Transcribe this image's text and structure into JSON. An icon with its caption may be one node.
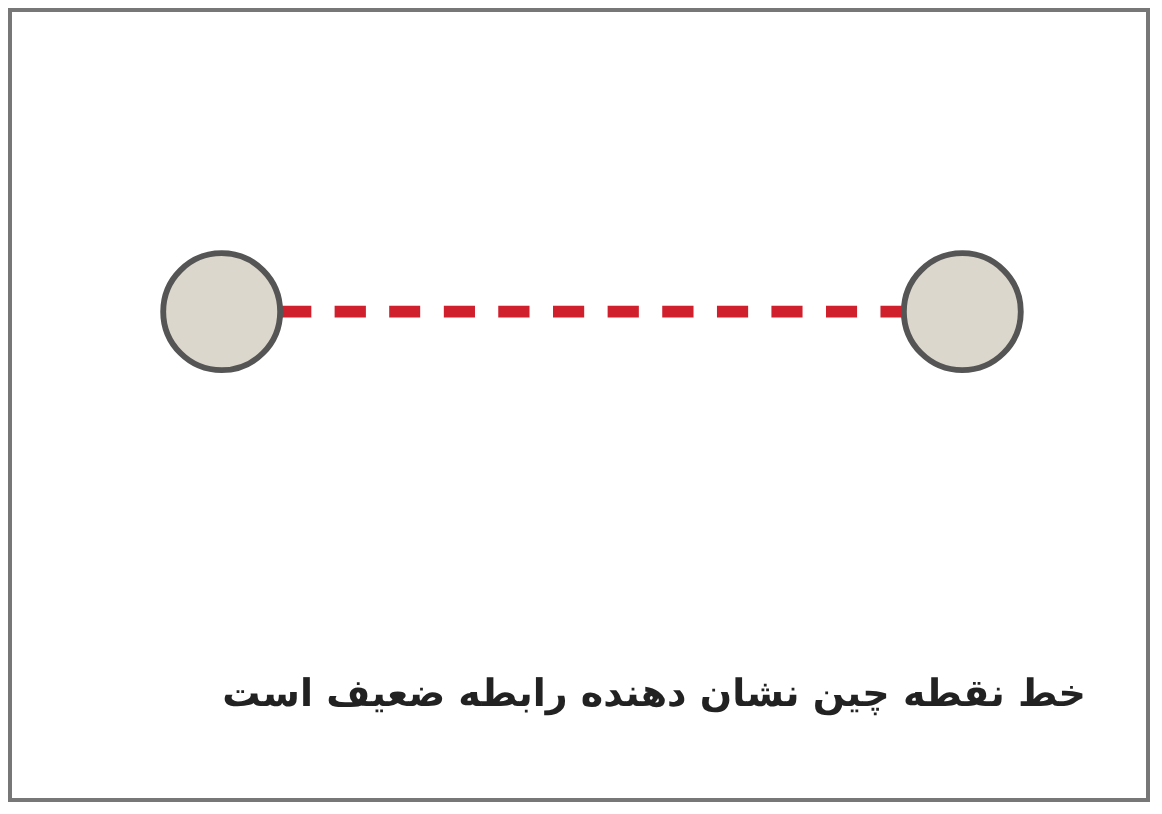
{
  "diagram": {
    "caption": "خط نقطه چین نشان دهنده رابطه ضعیف است",
    "nodes": [
      {
        "text": [],
        "shape": "circle"
      },
      {
        "text": [],
        "shape": "circle"
      }
    ],
    "edges": [
      {
        "from": 0,
        "to": 1,
        "arrow": "none",
        "style": "dashed",
        "color": "#d0202e"
      }
    ]
  }
}
